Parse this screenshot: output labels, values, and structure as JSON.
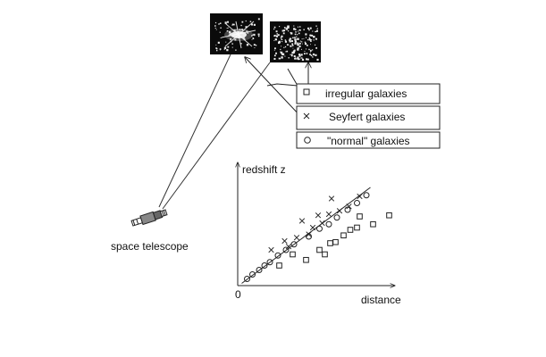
{
  "labels": {
    "space_telescope": "space telescope"
  },
  "legend": {
    "items": [
      {
        "marker": "square",
        "label": "irregular galaxies"
      },
      {
        "marker": "cross",
        "label": "Seyfert galaxies"
      },
      {
        "marker": "circle",
        "label": "\"normal\" galaxies"
      }
    ]
  },
  "chart_data": {
    "type": "scatter",
    "xlabel": "distance",
    "ylabel": "redshift z",
    "origin_label": "0",
    "xlim": [
      0,
      10
    ],
    "ylim": [
      0,
      10
    ],
    "grid": false,
    "legend_position": "top-right",
    "trend_line": {
      "x": [
        0.3,
        9.9
      ],
      "y": [
        0.2,
        8.8
      ]
    },
    "series": [
      {
        "name": "\"normal\" galaxies",
        "marker": "circle",
        "x": [
          0.7,
          1.1,
          1.6,
          2.0,
          2.4,
          3.0,
          3.6,
          4.2,
          5.3,
          6.1,
          6.8,
          7.4,
          8.2,
          8.9,
          9.6
        ],
        "y": [
          0.6,
          1.0,
          1.4,
          1.8,
          2.1,
          2.7,
          3.2,
          3.7,
          4.4,
          5.1,
          5.5,
          6.1,
          6.8,
          7.4,
          8.1
        ]
      },
      {
        "name": "Seyfert galaxies",
        "marker": "cross",
        "x": [
          2.5,
          3.5,
          3.8,
          4.4,
          4.8,
          5.3,
          5.6,
          6.0,
          6.3,
          6.8,
          7.0,
          7.6,
          8.3,
          9.1
        ],
        "y": [
          3.2,
          4.0,
          3.5,
          4.3,
          5.8,
          4.6,
          5.2,
          6.3,
          5.6,
          6.4,
          7.8,
          6.7,
          7.1,
          8.0
        ]
      },
      {
        "name": "irregular galaxies",
        "marker": "square",
        "x": [
          3.1,
          4.1,
          5.1,
          6.1,
          6.5,
          6.9,
          7.3,
          7.9,
          8.4,
          8.9,
          9.1,
          10.1,
          11.3
        ],
        "y": [
          1.8,
          2.8,
          2.3,
          3.2,
          2.8,
          3.8,
          3.9,
          4.5,
          5.0,
          5.2,
          6.2,
          5.5,
          6.3
        ]
      }
    ]
  }
}
